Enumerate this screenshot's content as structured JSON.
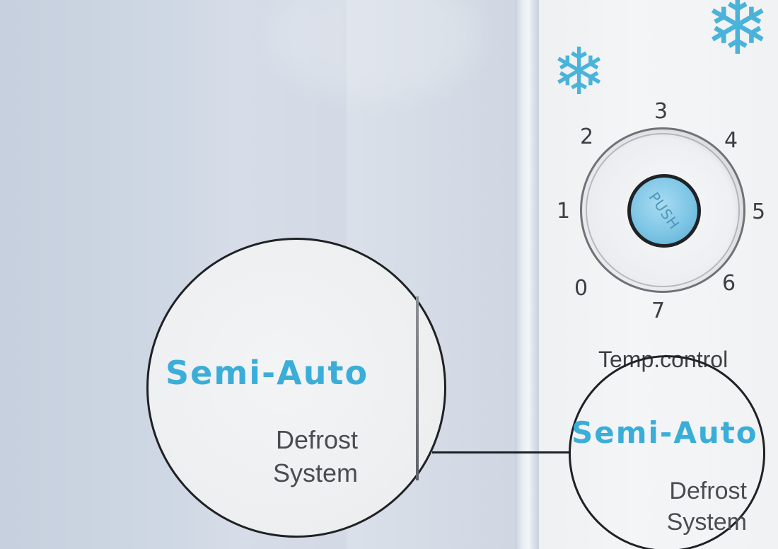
{
  "dial": {
    "numbers": [
      "0",
      "1",
      "2",
      "3",
      "4",
      "5",
      "6",
      "7"
    ],
    "button_label": "PUSH",
    "caption": "Temp.control"
  },
  "callout": {
    "title": "Semi-Auto",
    "subtitle_line1": "Defrost",
    "subtitle_line2": "System"
  },
  "icons": {
    "snowflake_small": "snowflake-icon",
    "snowflake_large": "snowflake-icon"
  },
  "colors": {
    "accent_blue": "#3aaed8",
    "push_button": "#7ec6e6",
    "panel": "#f1f2f4",
    "fridge_body": "#cfd8e4",
    "outline": "#1f2124"
  }
}
